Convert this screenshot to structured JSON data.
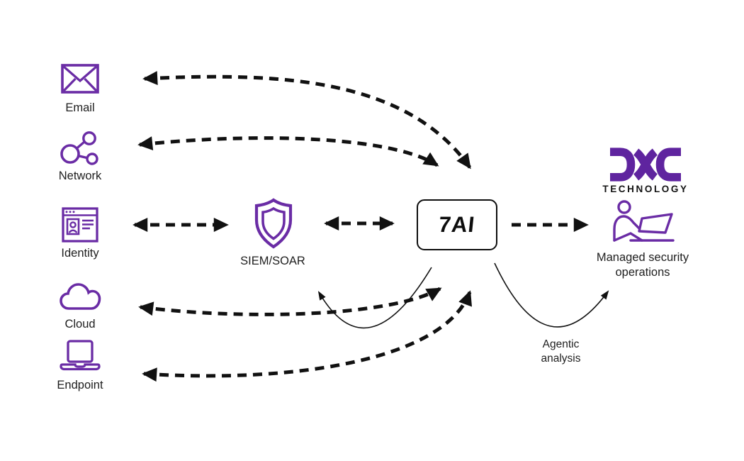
{
  "title": "7AI security operations diagram",
  "colors": {
    "purple": "#6A2CA5",
    "dxc-purple": "#5F249F",
    "ink": "#111111",
    "text": "#1e1e1e"
  },
  "sources": [
    {
      "label": "Email",
      "icon": "email-icon"
    },
    {
      "label": "Network",
      "icon": "network-icon"
    },
    {
      "label": "Identity",
      "icon": "identity-icon"
    },
    {
      "label": "Cloud",
      "icon": "cloud-icon"
    },
    {
      "label": "Endpoint",
      "icon": "endpoint-icon"
    }
  ],
  "siem": {
    "label": "SIEM/SOAR",
    "icon": "shield-icon"
  },
  "hub": {
    "label": "7AI"
  },
  "dxc": {
    "brand": "DXC",
    "subbrand": "TECHNOLOGY"
  },
  "mso": {
    "label": "Managed security operations",
    "icon": "analyst-at-laptop-icon"
  },
  "annotations": {
    "agentic": "Agentic analysis"
  },
  "connections": [
    {
      "from": "7AI",
      "to": "Email",
      "style": "dashed",
      "bidirectional": true
    },
    {
      "from": "7AI",
      "to": "Network",
      "style": "dashed",
      "bidirectional": true
    },
    {
      "from": "Identity",
      "to": "SIEM/SOAR",
      "style": "dashed",
      "bidirectional": true
    },
    {
      "from": "SIEM/SOAR",
      "to": "7AI",
      "style": "dashed",
      "bidirectional": true
    },
    {
      "from": "7AI",
      "to": "Managed security operations",
      "style": "dashed",
      "bidirectional": false
    },
    {
      "from": "7AI",
      "to": "Cloud",
      "style": "dashed",
      "bidirectional": true
    },
    {
      "from": "7AI",
      "to": "Endpoint",
      "style": "dashed",
      "bidirectional": true
    },
    {
      "from": "7AI",
      "to": "SIEM/SOAR",
      "style": "solid-thin-loop",
      "label": ""
    },
    {
      "from": "7AI",
      "to": "Managed security operations",
      "style": "solid-thin-loop",
      "label": "Agentic analysis"
    }
  ]
}
